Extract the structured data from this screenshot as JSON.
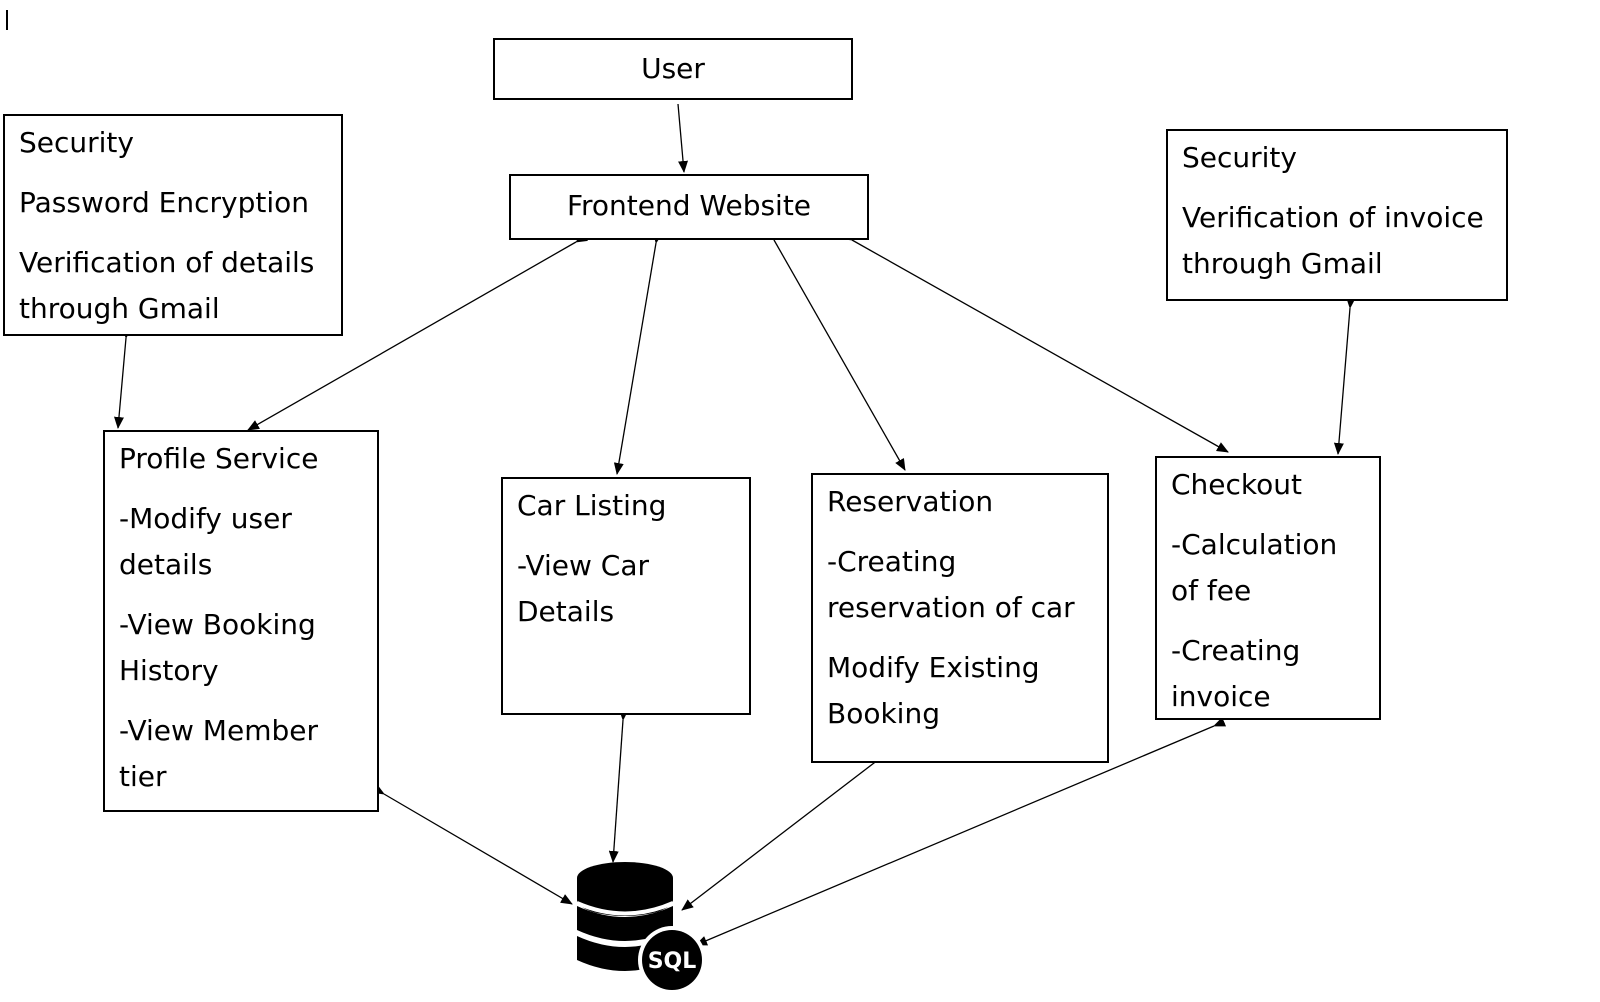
{
  "nodes": {
    "user": "User",
    "frontend": "Frontend Website",
    "security_left": {
      "title": "Security",
      "line1": "Password Encryption",
      "line2": "Verification of details through Gmail"
    },
    "security_right": {
      "title": "Security",
      "line1": "Verification of invoice through Gmail"
    },
    "profile": {
      "title": "Profile Service",
      "line1": "-Modify user details",
      "line2": "-View Booking History",
      "line3": "-View Member tier"
    },
    "car_listing": {
      "title": "Car Listing",
      "line1": "-View Car Details"
    },
    "reservation": {
      "title": "Reservation",
      "line1": "-Creating reservation of car",
      "line2": "Modify Existing Booking"
    },
    "checkout": {
      "title": "Checkout",
      "line1": "-Calculation of fee",
      "line2": "-Creating invoice"
    },
    "database_label": "SQL"
  }
}
